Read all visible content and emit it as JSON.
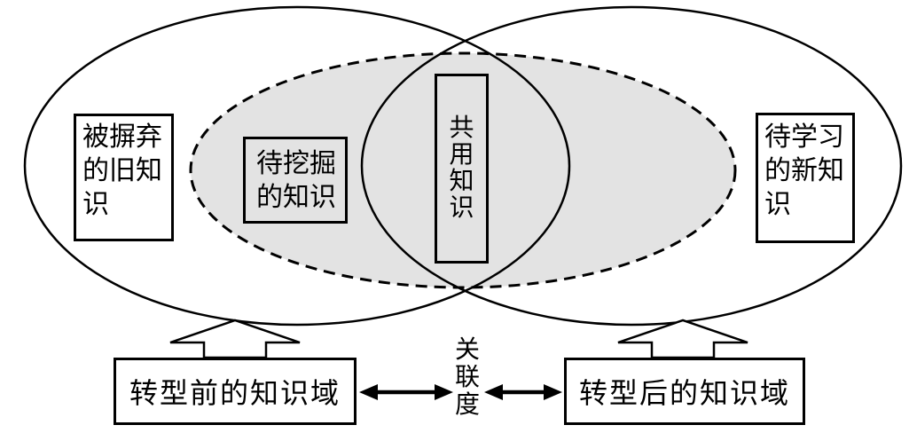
{
  "labels": {
    "old_knowledge": "被摒弃的旧知识",
    "minable_knowledge": "待挖掘的知识",
    "shared_knowledge": "共用知识",
    "new_knowledge": "待学习的新知识",
    "pre_domain": "转型前的知识域",
    "post_domain": "转型后的知识域",
    "relevance": "关联度"
  },
  "colors": {
    "line": "#000000",
    "shaded_region": "#e3e3e3",
    "background": "#ffffff"
  }
}
